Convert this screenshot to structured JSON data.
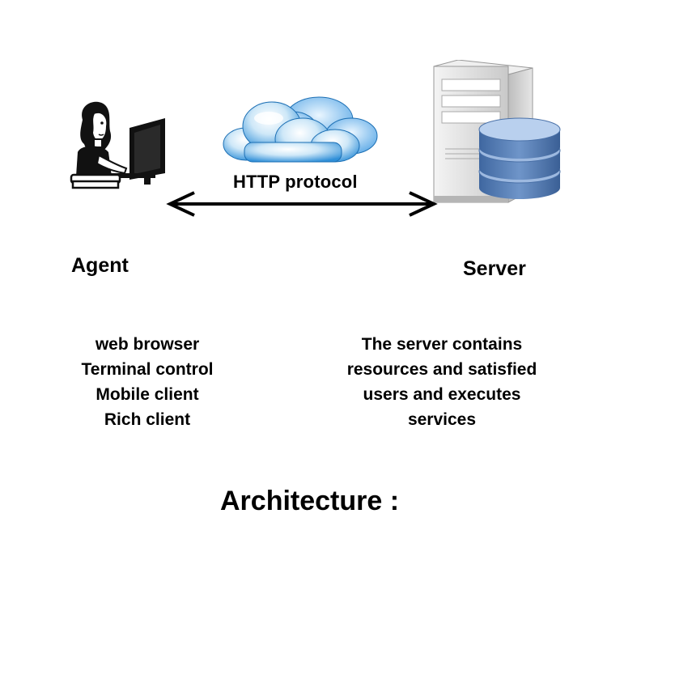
{
  "diagram": {
    "connector": {
      "label": "HTTP protocol"
    },
    "agent": {
      "title": "Agent",
      "items": [
        "web browser",
        "Terminal control",
        "Mobile client",
        "Rich client"
      ]
    },
    "server": {
      "title": "Server",
      "description_lines": [
        "The server contains",
        "resources and satisfied",
        "users and executes",
        "services"
      ]
    },
    "caption": "Architecture :"
  },
  "icons": {
    "agent": "person-at-computer-icon",
    "network": "cloud-icon",
    "server": "server-tower-icon",
    "database": "database-icon",
    "link": "double-headed-arrow-icon"
  },
  "colors": {
    "cloud_blue": "#2f8fd8",
    "cloud_light": "#bfe1f6",
    "database_blue": "#4f79b0",
    "database_light": "#a9c4e6",
    "server_gray": "#d9d9d9",
    "text": "#000000"
  }
}
